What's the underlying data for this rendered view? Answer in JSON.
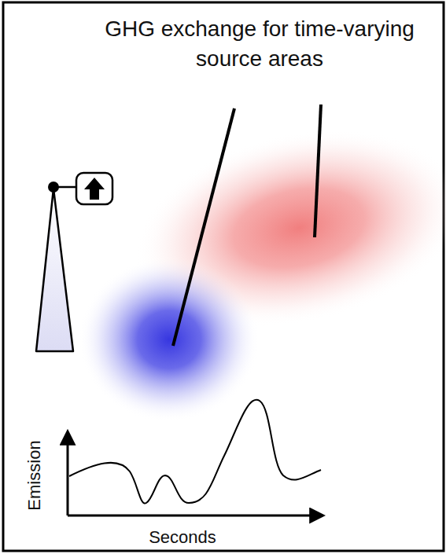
{
  "diagram": {
    "title": "GHG exchange for time-varying source areas",
    "labels": [
      "Emission",
      "Seconds"
    ]
  }
}
